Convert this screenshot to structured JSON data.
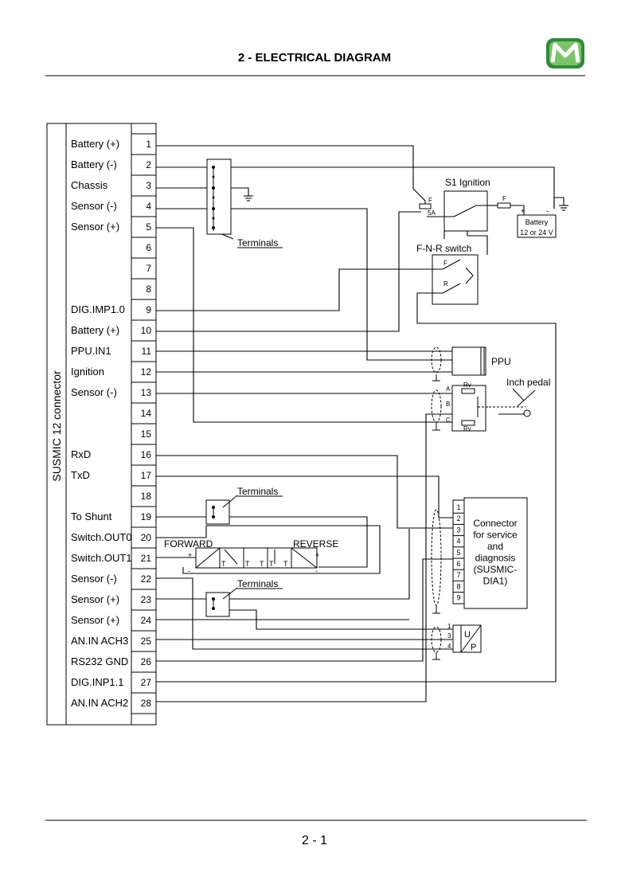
{
  "header": {
    "title": "2 - ELECTRICAL DIAGRAM",
    "logo_text": "M"
  },
  "footer": {
    "page_number": "2 - 1"
  },
  "connector": {
    "title": "SUSMIC 12 connector",
    "pins": [
      {
        "num": "1",
        "label": "Battery (+)"
      },
      {
        "num": "2",
        "label": "Battery (-)"
      },
      {
        "num": "3",
        "label": "Chassis"
      },
      {
        "num": "4",
        "label": "Sensor (-)"
      },
      {
        "num": "5",
        "label": "Sensor (+)"
      },
      {
        "num": "6",
        "label": ""
      },
      {
        "num": "7",
        "label": ""
      },
      {
        "num": "8",
        "label": ""
      },
      {
        "num": "9",
        "label": "DIG.IMP1.0"
      },
      {
        "num": "10",
        "label": "Battery (+)"
      },
      {
        "num": "11",
        "label": "PPU.IN1"
      },
      {
        "num": "12",
        "label": "Ignition"
      },
      {
        "num": "13",
        "label": "Sensor (-)"
      },
      {
        "num": "14",
        "label": ""
      },
      {
        "num": "15",
        "label": ""
      },
      {
        "num": "16",
        "label": "RxD"
      },
      {
        "num": "17",
        "label": "TxD"
      },
      {
        "num": "18",
        "label": ""
      },
      {
        "num": "19",
        "label": "To Shunt"
      },
      {
        "num": "20",
        "label": "Switch.OUT0"
      },
      {
        "num": "21",
        "label": "Switch.OUT1"
      },
      {
        "num": "22",
        "label": "Sensor (-)"
      },
      {
        "num": "23",
        "label": "Sensor (+)"
      },
      {
        "num": "24",
        "label": "Sensor (+)"
      },
      {
        "num": "25",
        "label": "AN.IN ACH3"
      },
      {
        "num": "26",
        "label": "RS232 GND"
      },
      {
        "num": "27",
        "label": "DIG.INP1.1"
      },
      {
        "num": "28",
        "label": "AN.IN ACH2"
      }
    ]
  },
  "labels": {
    "terminals": "Terminals",
    "s1_ignition": "S1 Ignition",
    "fnr_switch": "F-N-R switch",
    "battery_line1": "Battery",
    "battery_line2": "12 or 24 V",
    "ppu": "PPU",
    "inch_pedal": "Inch pedal",
    "forward": "FORWARD",
    "reverse": "REVERSE",
    "fuse_f": "F",
    "fuse_5a": "5A",
    "sw_f": "F",
    "sw_r": "R",
    "plus": "+",
    "minus": "-",
    "rv": "Rv",
    "pot_a": "A",
    "pot_b": "B",
    "pot_c": "C",
    "valve_t": "T",
    "dia_pins": [
      "1",
      "2",
      "3",
      "4",
      "5",
      "6",
      "7",
      "8",
      "9"
    ],
    "dia_text": [
      "Connector",
      "for service",
      "and",
      "diagnosis",
      "(SUSMIC-",
      "DIA1)"
    ],
    "up_pins": [
      "1",
      "3",
      "4"
    ],
    "up_u": "U",
    "up_p": "P"
  }
}
